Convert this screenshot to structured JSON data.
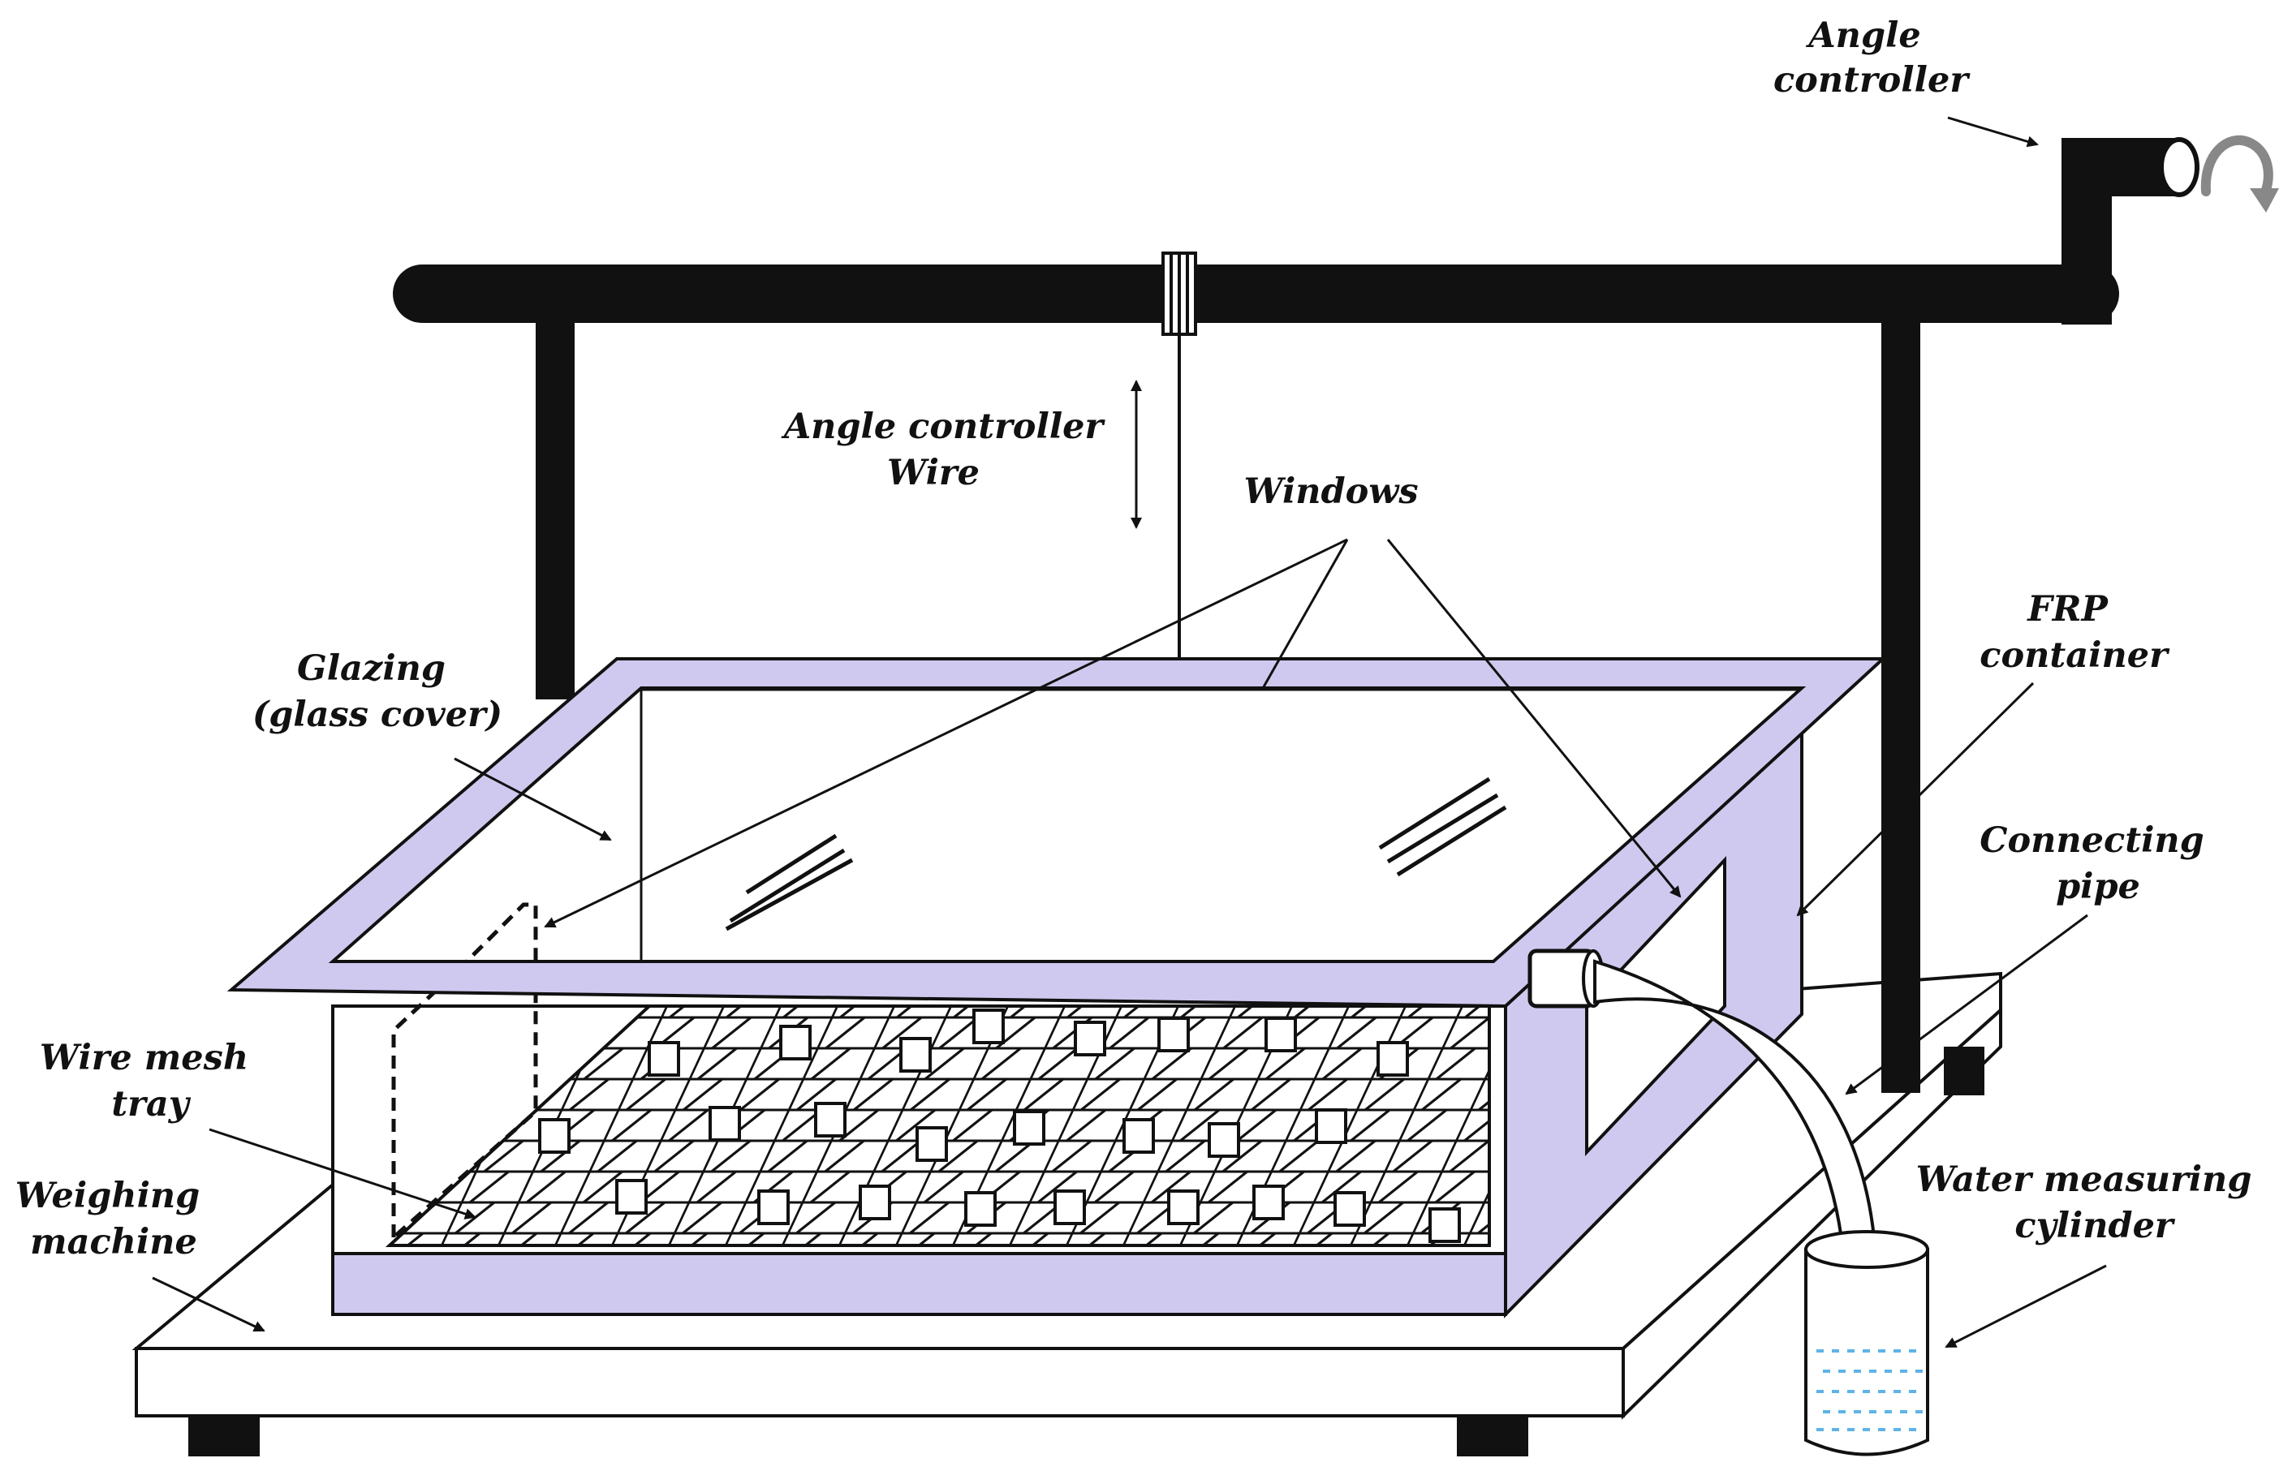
{
  "diagram": {
    "labels": {
      "angle_controller_top": [
        "Angle",
        "controller"
      ],
      "angle_controller_wire": [
        "Angle controller",
        "Wire"
      ],
      "windows": "Windows",
      "glazing": [
        "Glazing",
        "(glass cover)"
      ],
      "frp_container": [
        "FRP",
        "container"
      ],
      "connecting_pipe": [
        "Connecting",
        "pipe"
      ],
      "wire_mesh_tray": [
        "Wire mesh",
        "tray"
      ],
      "weighing_machine": [
        "Weighing",
        "machine"
      ],
      "water_measuring_cylinder": [
        "Water measuring",
        "cylinder"
      ]
    },
    "colors": {
      "frame_fill": "#cfc9ef",
      "frame_stroke": "#1a1a1a",
      "bar": "#111111",
      "water": "#5fb3e6",
      "background": "#ffffff"
    },
    "icons": {
      "rotation": "curved-arrow-icon"
    }
  }
}
